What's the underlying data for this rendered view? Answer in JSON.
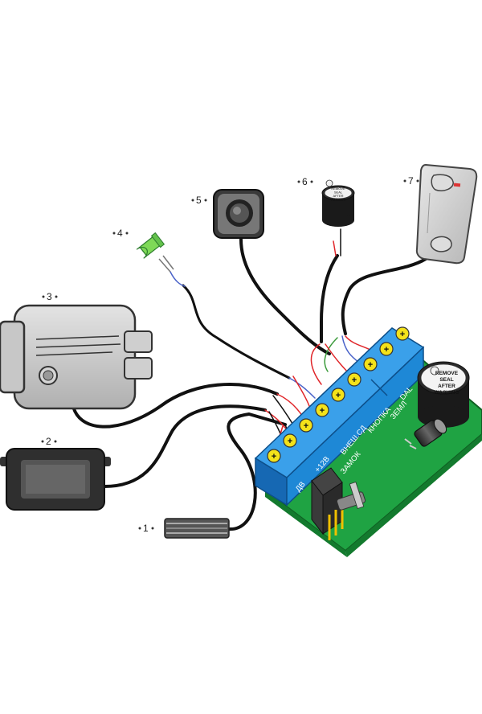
{
  "components": [
    {
      "id": "reed-switch",
      "number": "1"
    },
    {
      "id": "power-supply",
      "number": "2"
    },
    {
      "id": "electromagnetic-lock",
      "number": "3"
    },
    {
      "id": "led",
      "number": "4"
    },
    {
      "id": "exit-button",
      "number": "5"
    },
    {
      "id": "buzzer",
      "number": "6"
    },
    {
      "id": "key-reader",
      "number": "7"
    }
  ],
  "board": {
    "terminal_labels": [
      "ДВ",
      "+12В",
      "ЗАМОК",
      "ВНЕШ.СД",
      "КНОПКА",
      "ЗЕМЛ",
      "DAL"
    ],
    "buzzer_sticker": [
      "REMOVE",
      "SEAL",
      "AFTER",
      "WASHING"
    ]
  },
  "small_buzzer_sticker": [
    "REMOVE",
    "SEAL",
    "AFTER",
    "WASHING"
  ],
  "colors": {
    "pcb_green": "#1fa343",
    "terminal_blue": "#1e88d6",
    "screw_yellow": "#f4e21a",
    "wire_black": "#111111",
    "wire_red": "#e0262a",
    "wire_green": "#3a9a3a",
    "wire_blue": "#4a63c9",
    "led_green": "#7ed957",
    "device_gray": "#bdbdbd"
  }
}
